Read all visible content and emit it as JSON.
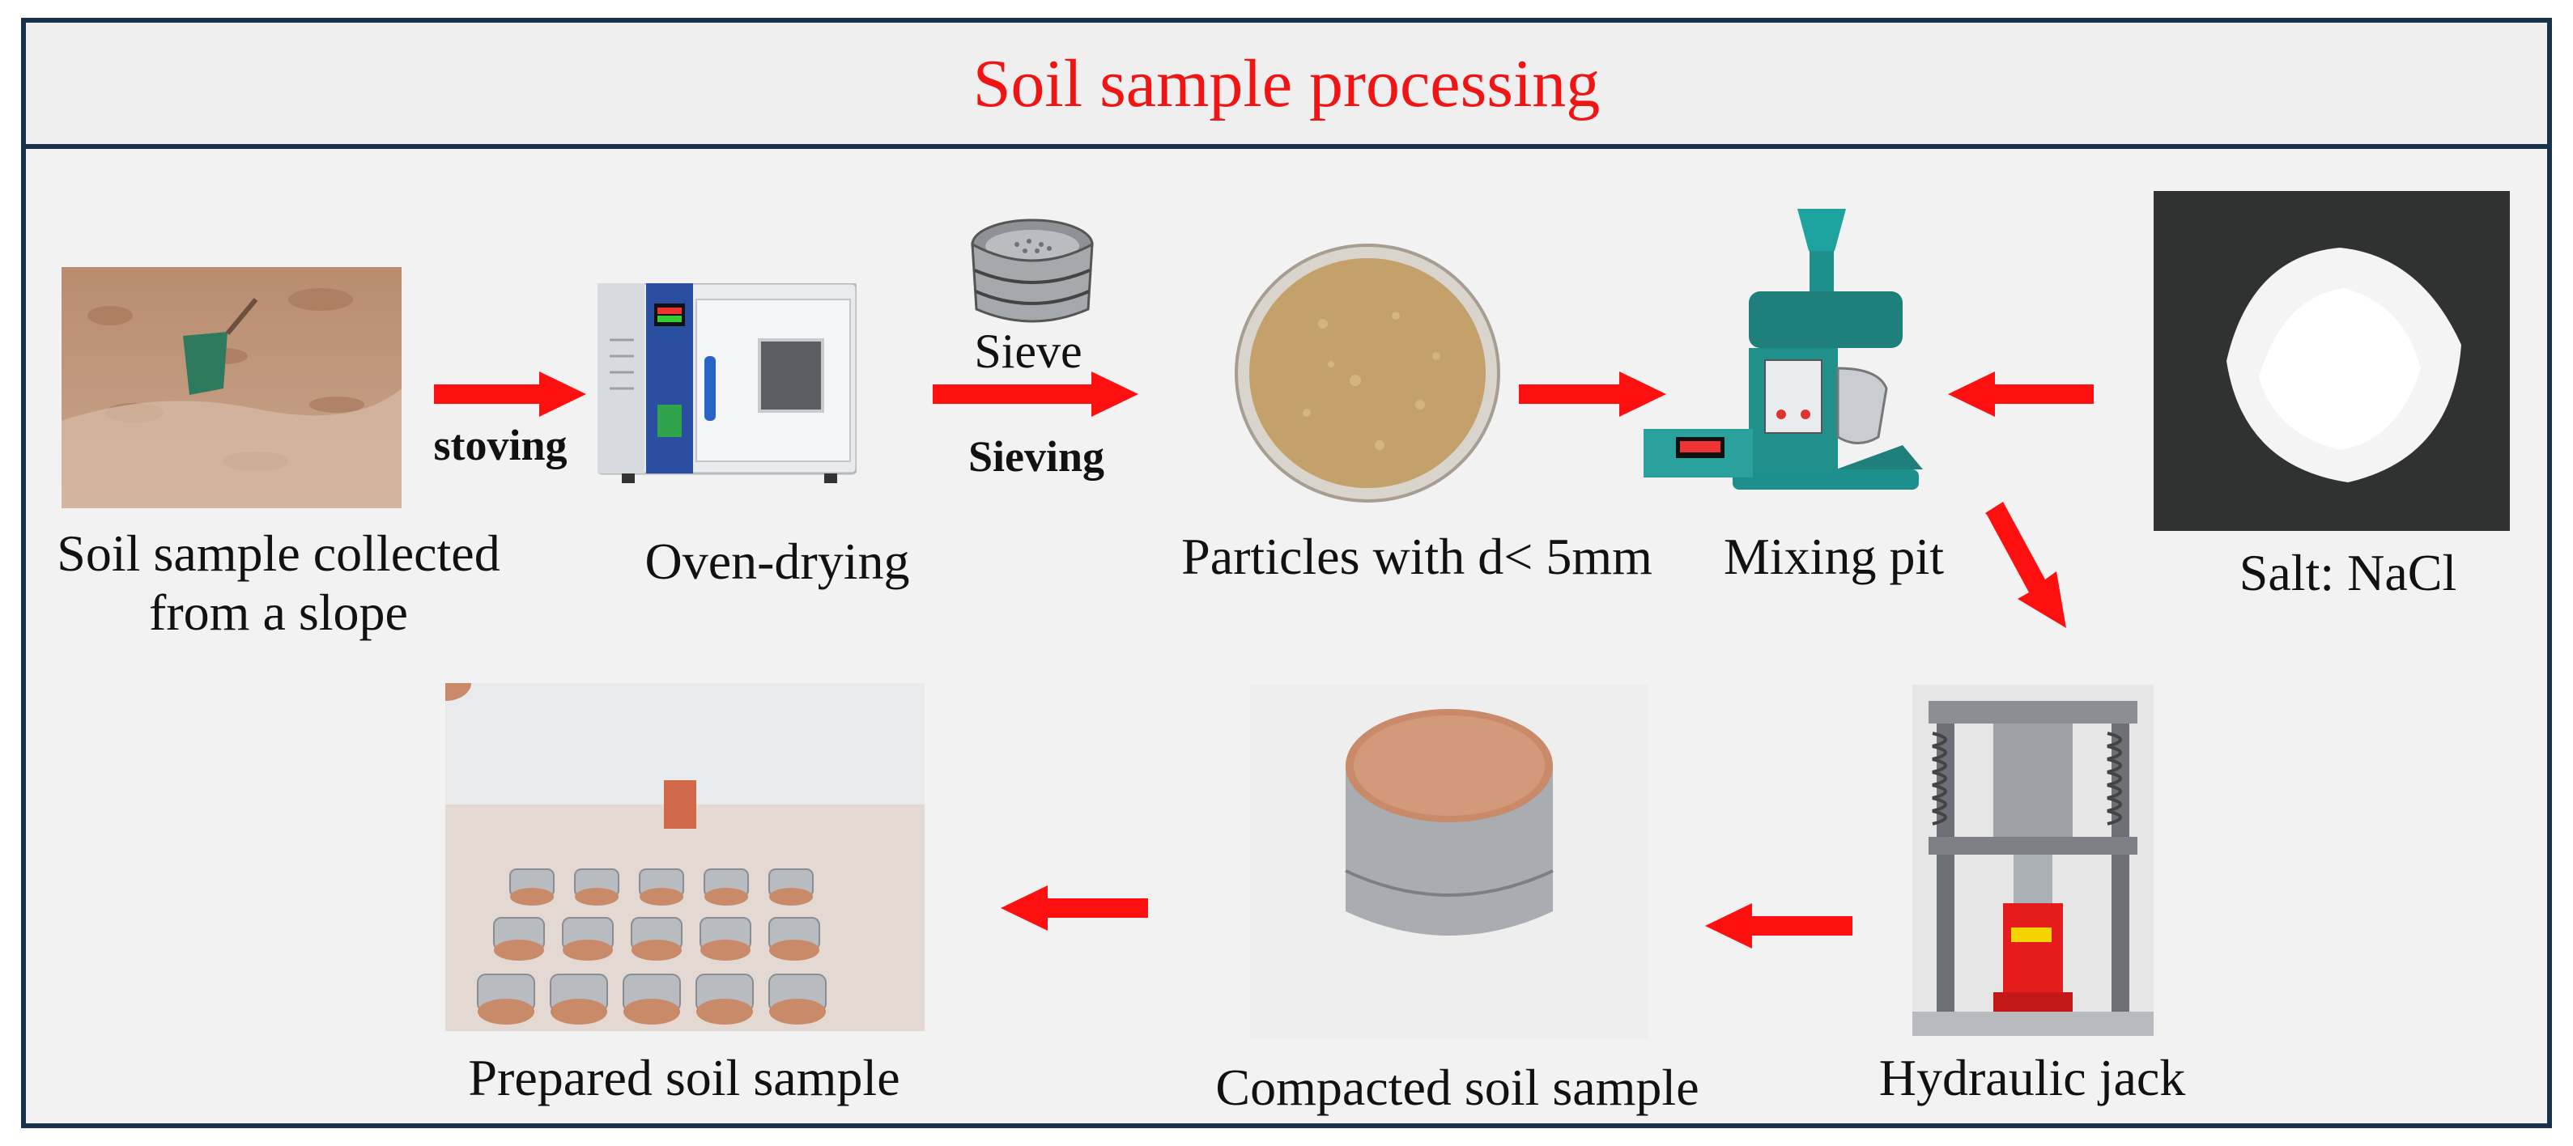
{
  "title": "Soil sample processing",
  "colors": {
    "title": "#f01414",
    "arrow": "#ff1010",
    "frame": "#17324a",
    "background": "#f2f2f2"
  },
  "steps": {
    "soil_collected": {
      "label_line1": "Soil sample collected",
      "label_line2": "from a slope",
      "icon": "soil-slope-photo"
    },
    "oven_drying": {
      "label": "Oven-drying",
      "icon": "drying-oven-photo"
    },
    "sieve": {
      "label": "Sieve",
      "icon": "sieve-stack-photo"
    },
    "particles": {
      "label": "Particles with d< 5mm",
      "icon": "soil-particles-dish-photo"
    },
    "mixing_pit": {
      "label": "Mixing pit",
      "icon": "mixer-machine-photo"
    },
    "salt": {
      "label": "Salt: NaCl",
      "icon": "salt-pile-photo"
    },
    "hydraulic_jack": {
      "label": "Hydraulic jack",
      "icon": "hydraulic-jack-press-photo"
    },
    "compacted": {
      "label": "Compacted soil sample",
      "icon": "compacted-sample-photo"
    },
    "prepared": {
      "label": "Prepared soil sample",
      "icon": "prepared-samples-photo"
    }
  },
  "arrow_labels": {
    "stoving": "stoving",
    "sieving": "Sieving"
  }
}
